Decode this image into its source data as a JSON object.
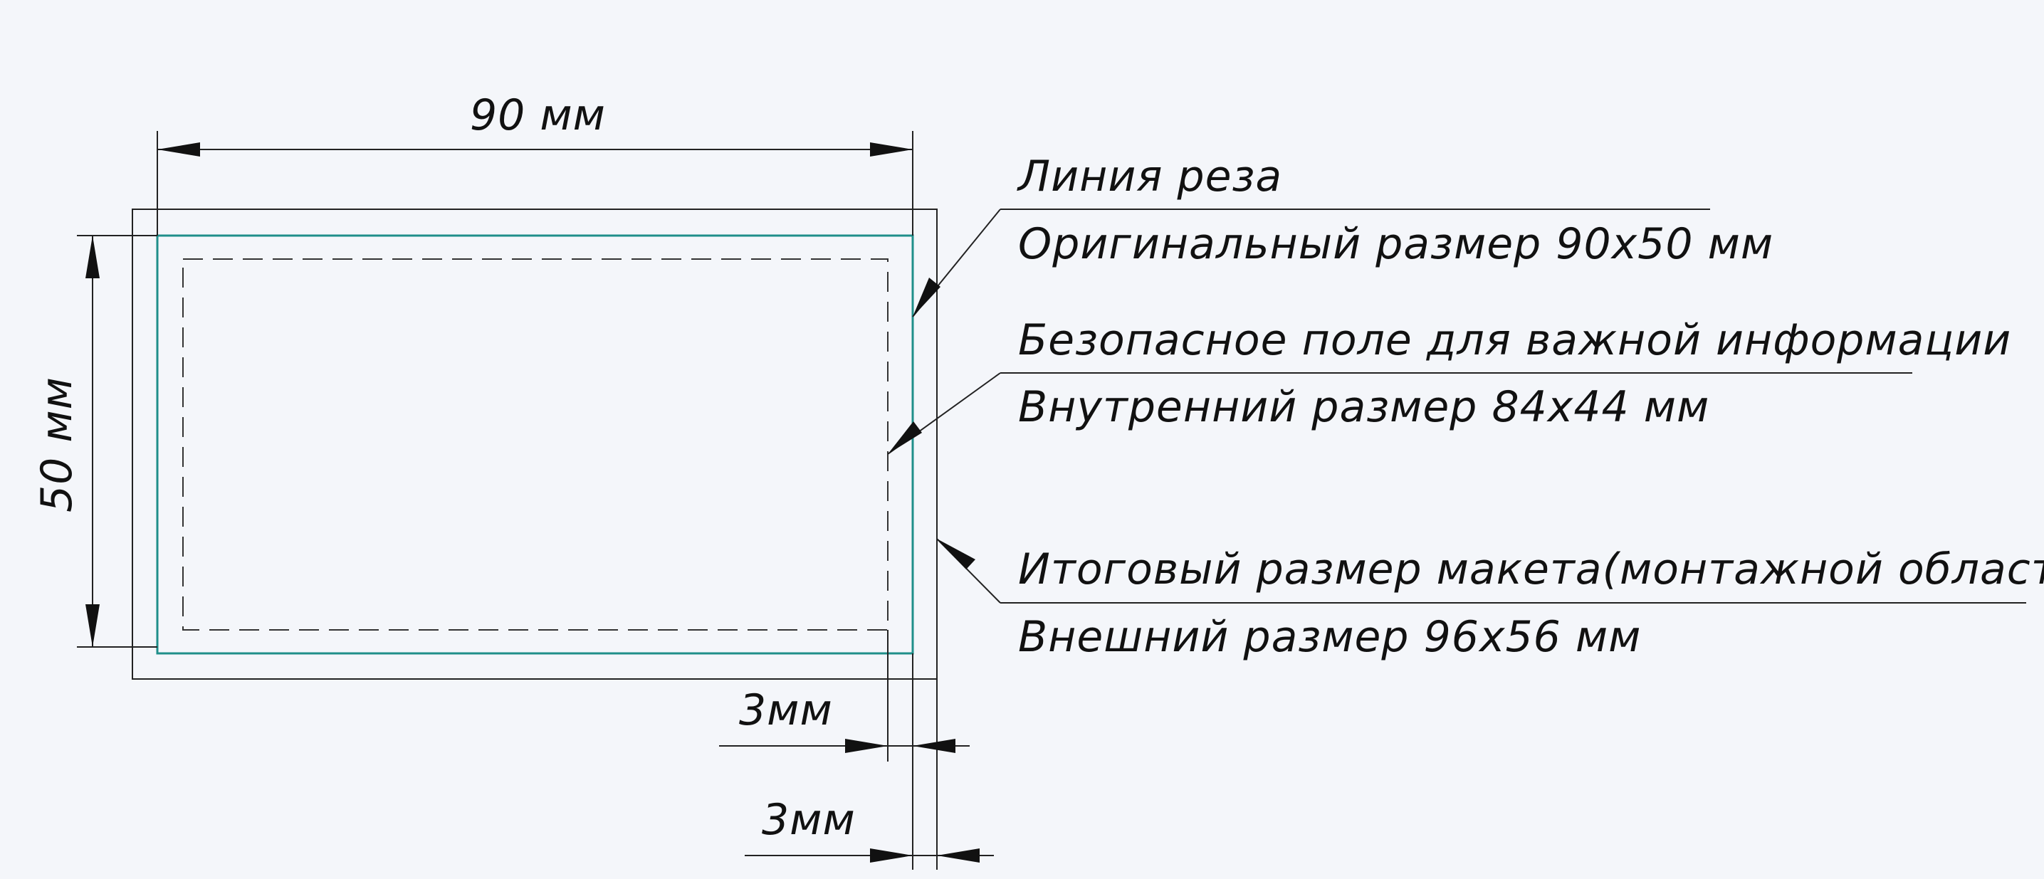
{
  "dimensions": {
    "width_label": "90 мм",
    "height_label": "50 мм",
    "inner_gap_label": "3мм",
    "outer_gap_label": "3мм"
  },
  "callouts": {
    "cut_line": {
      "title": "Линия реза",
      "subtitle": "Оригинальный размер 90x50 мм"
    },
    "safe_zone": {
      "title": "Безопасное поле для важной информации",
      "subtitle": "Внутренний размер 84x44 мм"
    },
    "final_size": {
      "title": "Итоговый размер макета(монтажной области)",
      "subtitle": "Внешний размер 96x56 мм"
    }
  },
  "colors": {
    "background": "#f4f6fa",
    "cut_line": "#1f8f8a",
    "lines": "#222222"
  }
}
